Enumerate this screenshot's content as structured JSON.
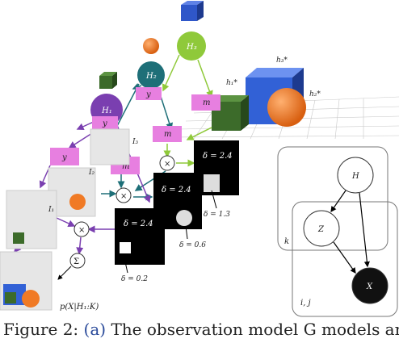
{
  "figure": {
    "caption": {
      "prefix": "Figure 2:",
      "link": "(a)",
      "text": "The observation model G models an"
    },
    "labels": {
      "H1": "H₁",
      "H2": "H₂",
      "H3": "H₃",
      "y": "y",
      "m": "m",
      "I1": "I₁",
      "I2": "I₂",
      "I3": "I₃",
      "h1_star": "h₁*",
      "h2_star": "h₂*",
      "h3_star": "h₃*",
      "delta_top": "δ = 2.4",
      "delta_mid": "δ = 2.4",
      "delta_low": "δ = 2.4",
      "delta_13": "δ = 1.3",
      "delta_06": "δ = 0.6",
      "delta_02": "δ = 0.2",
      "times": "×",
      "sigma": "Σ",
      "output": "p(X|H₁:K)"
    },
    "graphical_model": {
      "nodes": {
        "H": "H",
        "Z": "Z",
        "X": "X"
      },
      "plates": {
        "k": "k",
        "ij": "i, j"
      }
    },
    "colors": {
      "purple": "#7a3fb0",
      "teal": "#1e6f78",
      "green": "#8fc93a",
      "pink": "#e77fe0",
      "orange": "#f07a25",
      "blue": "#2f57c9",
      "darkgreen": "#3c6b2a"
    }
  }
}
